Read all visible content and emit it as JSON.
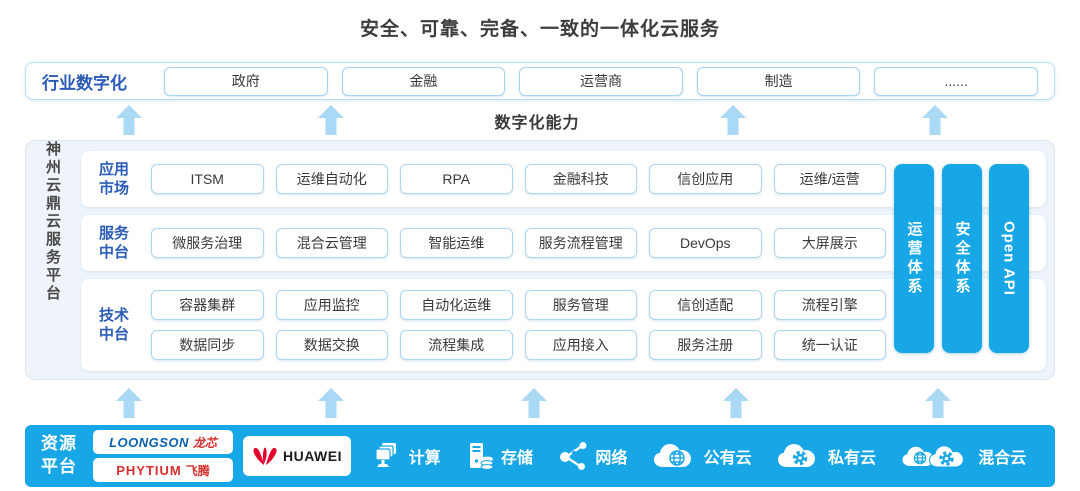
{
  "title": "安全、可靠、完备、一致的一体化云服务",
  "industry_row": {
    "label": "行业数字化",
    "items": [
      "政府",
      "金融",
      "运营商",
      "制造",
      "......"
    ]
  },
  "capability_label": "数字化能力",
  "platform": {
    "side_label": "神州云鼎云服务平台",
    "bands": [
      {
        "label": "应用市场",
        "rows": [
          [
            "ITSM",
            "运维自动化",
            "RPA",
            "金融科技",
            "信创应用",
            "运维/运营"
          ]
        ]
      },
      {
        "label": "服务中台",
        "rows": [
          [
            "微服务治理",
            "混合云管理",
            "智能运维",
            "服务流程管理",
            "DevOps",
            "大屏展示"
          ]
        ]
      },
      {
        "label": "技术中台",
        "rows": [
          [
            "容器集群",
            "应用监控",
            "自动化运维",
            "服务管理",
            "信创适配",
            "流程引擎"
          ],
          [
            "数据同步",
            "数据交换",
            "流程集成",
            "应用接入",
            "服务注册",
            "统一认证"
          ]
        ]
      }
    ],
    "pillars": [
      "运营体系",
      "安全体系",
      "Open API"
    ]
  },
  "resource_bar": {
    "label": "资源平台",
    "logos": [
      {
        "name": "loongson-logo",
        "text": "LOONGSON",
        "suffix": "龙芯"
      },
      {
        "name": "phytium-logo",
        "text": "PHYTIUM",
        "suffix": "飞腾"
      },
      {
        "name": "huawei-logo",
        "text": "HUAWEI"
      }
    ],
    "items": [
      {
        "icon": "compute-icon",
        "label": "计算"
      },
      {
        "icon": "storage-icon",
        "label": "存储"
      },
      {
        "icon": "network-icon",
        "label": "网络"
      },
      {
        "icon": "public-cloud-icon",
        "label": "公有云"
      },
      {
        "icon": "private-cloud-icon",
        "label": "私有云"
      },
      {
        "icon": "hybrid-cloud-icon",
        "label": "混合云"
      }
    ]
  },
  "colors": {
    "accent_blue": "#17a6e6",
    "arrow_light_blue": "#a9d9f5",
    "label_blue": "#2b5cb8",
    "box_border_blue": "#aed6f2",
    "loongson_blue": "#0a62b1",
    "logo_red": "#d42f2f",
    "huawei_red": "#e4002b",
    "text_dark": "#3a3a3a"
  }
}
